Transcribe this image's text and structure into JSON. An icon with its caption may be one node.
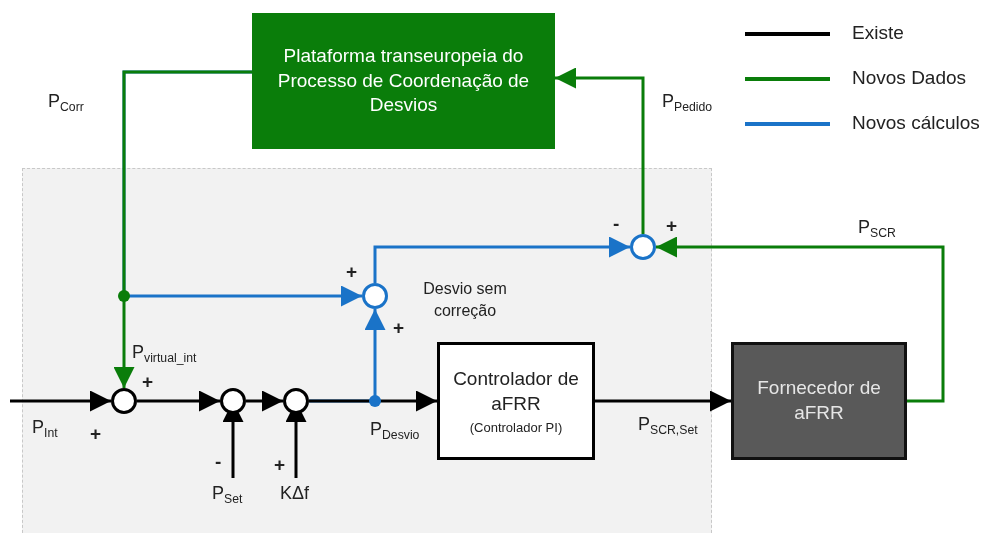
{
  "diagram": {
    "nodes": [
      {
        "text": [
          "Plataforma transeuropeia do Processo de Coordenação de Desvios"
        ]
      },
      {
        "text": [],
        "shape": "circle"
      },
      {
        "text": [],
        "shape": "circle"
      },
      {
        "text": [],
        "shape": "circle"
      },
      {
        "text": [],
        "shape": "circle",
        "beside": [
          "Desvio sem correção"
        ]
      },
      {
        "text": [],
        "shape": "circle"
      },
      {
        "text": [
          "Controlador de aFRR",
          "(Controlador PI)"
        ]
      },
      {
        "text": [
          "Fornecedor de aFRR"
        ]
      }
    ],
    "edges": [
      {
        "from": null,
        "to": 1,
        "arrow": "to",
        "label": "P$_{Int}$"
      },
      {
        "from": 0,
        "to": 1,
        "arrow": "to",
        "color": "#0a7d0a",
        "label": "P$_{Corr}$"
      },
      {
        "from": 0,
        "to": 4,
        "arrow": "to",
        "color": "#1a73c8"
      },
      {
        "from": 1,
        "to": 2,
        "arrow": "to"
      },
      {
        "from": null,
        "to": 2,
        "arrow": "to",
        "label": "P$_{Set}$"
      },
      {
        "from": 2,
        "to": 3,
        "arrow": "to"
      },
      {
        "from": null,
        "to": 3,
        "arrow": "to",
        "label": "KΔf"
      },
      {
        "from": 3,
        "to": 6,
        "arrow": "to",
        "label": "P$_{Desvio}$"
      },
      {
        "from": 3,
        "to": 4,
        "arrow": "to",
        "color": "#1a73c8"
      },
      {
        "from": 4,
        "to": 5,
        "arrow": "to",
        "color": "#1a73c8"
      },
      {
        "from": 6,
        "to": 7,
        "arrow": "to",
        "label": "P$_{SCR,Set}$"
      },
      {
        "from": 7,
        "to": 5,
        "arrow": "to",
        "color": "#0a7d0a",
        "label": "P$_{SCR}$"
      },
      {
        "from": 5,
        "to": 0,
        "arrow": "to",
        "color": "#0a7d0a",
        "label": "P$_{Pedido}$"
      }
    ],
    "labels": [
      "-",
      "+",
      "+",
      "+",
      "P$_{virtual_int}$",
      "+",
      "+",
      "-",
      "+"
    ],
    "legend": [
      {
        "text": "Existe",
        "color": "#000000"
      },
      {
        "text": "Novos Dados",
        "color": "#0a7d0a"
      },
      {
        "text": "Novos cálculos",
        "color": "#1a73c8"
      }
    ]
  }
}
